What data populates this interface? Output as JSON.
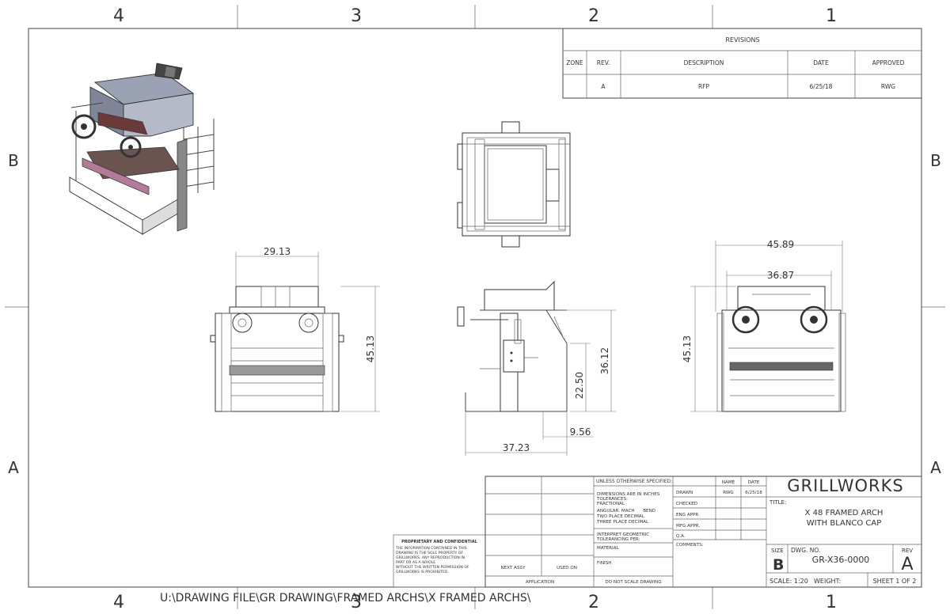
{
  "zones": {
    "columns": [
      "4",
      "3",
      "2",
      "1"
    ],
    "rows": [
      "B",
      "A"
    ]
  },
  "revisions": {
    "title": "REVISIONS",
    "headers": {
      "zone": "ZONE",
      "rev": "REV.",
      "description": "DESCRIPTION",
      "date": "DATE",
      "approved": "APPROVED"
    },
    "rows": [
      {
        "zone": "",
        "rev": "A",
        "description": "RFP",
        "date": "6/25/18",
        "approved": "RWG"
      }
    ]
  },
  "dimensions": {
    "front_width": "29.13",
    "front_height": "45.13",
    "side_height_1": "36.12",
    "side_height_2": "22.50",
    "side_offset": "9.56",
    "side_width": "37.23",
    "rear_width_outer": "45.89",
    "rear_width_inner": "36.87",
    "rear_height": "45.13"
  },
  "title_block": {
    "unless": "UNLESS OTHERWISE SPECIFIED:",
    "tol_lines": [
      "DIMENSIONS ARE IN INCHES",
      "TOLERANCES:",
      "FRACTIONAL",
      "ANGULAR: MACH      BEND",
      "TWO PLACE DECIMAL",
      "THREE PLACE DECIMAL"
    ],
    "interpret": [
      "INTERPRET GEOMETRIC",
      "TOLERANCING PER:"
    ],
    "material": "MATERIAL",
    "finish": "FINISH",
    "next_assy": "NEXT ASSY",
    "used_on": "USED ON",
    "application": "APPLICATION",
    "do_not_scale": "DO NOT SCALE DRAWING",
    "name_header": "NAME",
    "date_header": "DATE",
    "drawn": "DRAWN",
    "drawn_name": "RWG",
    "drawn_date": "6/25/18",
    "checked": "CHECKED",
    "eng_appr": "ENG APPR.",
    "mfg_appr": "MFG APPR.",
    "qa": "Q.A.",
    "comments": "COMMENTS:",
    "company": "GRILLWORKS",
    "title_label": "TITLE:",
    "title_line1": "X 48 FRAMED ARCH",
    "title_line2": "WITH BLANCO CAP",
    "size_label": "SIZE",
    "size": "B",
    "dwg_no_label": "DWG.  NO.",
    "dwg_no": "GR-X36-0000",
    "rev_label": "REV",
    "rev": "A",
    "scale": "SCALE: 1:20",
    "weight": "WEIGHT:",
    "sheet": "SHEET 1 OF 2"
  },
  "proprietary": {
    "heading": "PROPRIETARY AND CONFIDENTIAL",
    "lines": [
      "THE INFORMATION CONTAINED IN THIS",
      "DRAWING IS THE SOLE PROPERTY OF",
      "GRILLWORKS. ANY REPRODUCTION IN",
      "PART OR AS A WHOLE",
      "WITHOUT THE WRITTEN PERMISSION OF",
      "GRILLWORKS IS PROHIBITED."
    ]
  },
  "file_path": "U:\\DRAWING FILE\\GR DRAWING\\FRAMED ARCHS\\X FRAMED ARCHS\\"
}
